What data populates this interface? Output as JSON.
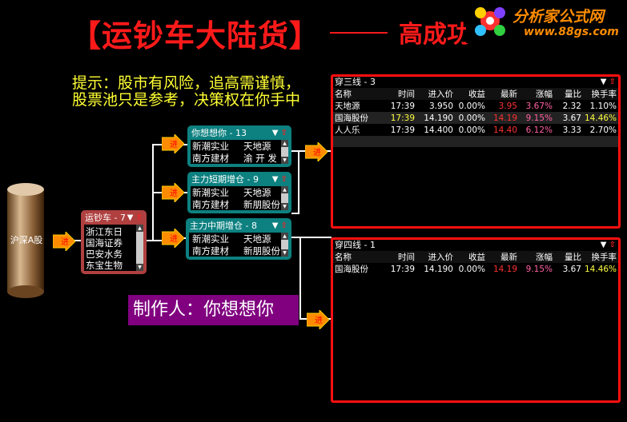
{
  "header": {
    "main_title": "【运钞车大陆货】",
    "sub_title": "高成功",
    "logo_text": "分析家公式网",
    "logo_url": "www.88gs.com"
  },
  "hints": {
    "line1": "提示：股市有风险，追高需谨慎，",
    "line2": "股票池只是参考，决策权在你手中"
  },
  "source": {
    "label": "沪深A股"
  },
  "node_yunchao": {
    "title": "运钞车 - 7",
    "items": [
      "浙江东日",
      "国海证券",
      "巴安水务",
      "东宝生物"
    ]
  },
  "node_nixiang": {
    "title": "你想想你 - 13",
    "items": [
      "新潮实业",
      "天地源",
      "南方建材",
      "渝 开 发"
    ]
  },
  "node_duanqi": {
    "title": "主力短期增仓 - 9",
    "items": [
      "新潮实业",
      "天地源",
      "南方建材",
      "新朋股份"
    ]
  },
  "node_zhongqi": {
    "title": "主力中期增仓 - 8",
    "items": [
      "新潮实业",
      "天地源",
      "南方建材",
      "新朋股份"
    ]
  },
  "maker": "制作人：你想想你",
  "arrow_label": "进",
  "panel_top": {
    "title": "穿三线 - 3",
    "columns": [
      "名称",
      "时间",
      "进入价",
      "收益",
      "最新",
      "涨幅",
      "量比",
      "换手率"
    ],
    "rows": [
      [
        "天地源",
        "17:39",
        "3.950",
        "0.00%",
        "3.95",
        "3.67%",
        "2.32",
        "1.10%"
      ],
      [
        "国海股份",
        "17:39",
        "14.190",
        "0.00%",
        "14.19",
        "9.15%",
        "3.67",
        "14.46%"
      ],
      [
        "人人乐",
        "17:39",
        "14.400",
        "0.00%",
        "14.40",
        "6.12%",
        "3.33",
        "2.70%"
      ]
    ]
  },
  "panel_bottom": {
    "title": "穿四线 - 1",
    "columns": [
      "名称",
      "时间",
      "进入价",
      "收益",
      "最新",
      "涨幅",
      "量比",
      "换手率"
    ],
    "rows": [
      [
        "国海股份",
        "17:39",
        "14.190",
        "0.00%",
        "14.19",
        "9.15%",
        "3.67",
        "14.46%"
      ]
    ]
  },
  "colors": {
    "title_red": "#ff1a1a",
    "hint_yellow": "#ffff33",
    "teal": "#0d8080",
    "panel_border": "#ff1010",
    "maker_purple": "#800080",
    "arrow_orange": "#ff8c00"
  }
}
